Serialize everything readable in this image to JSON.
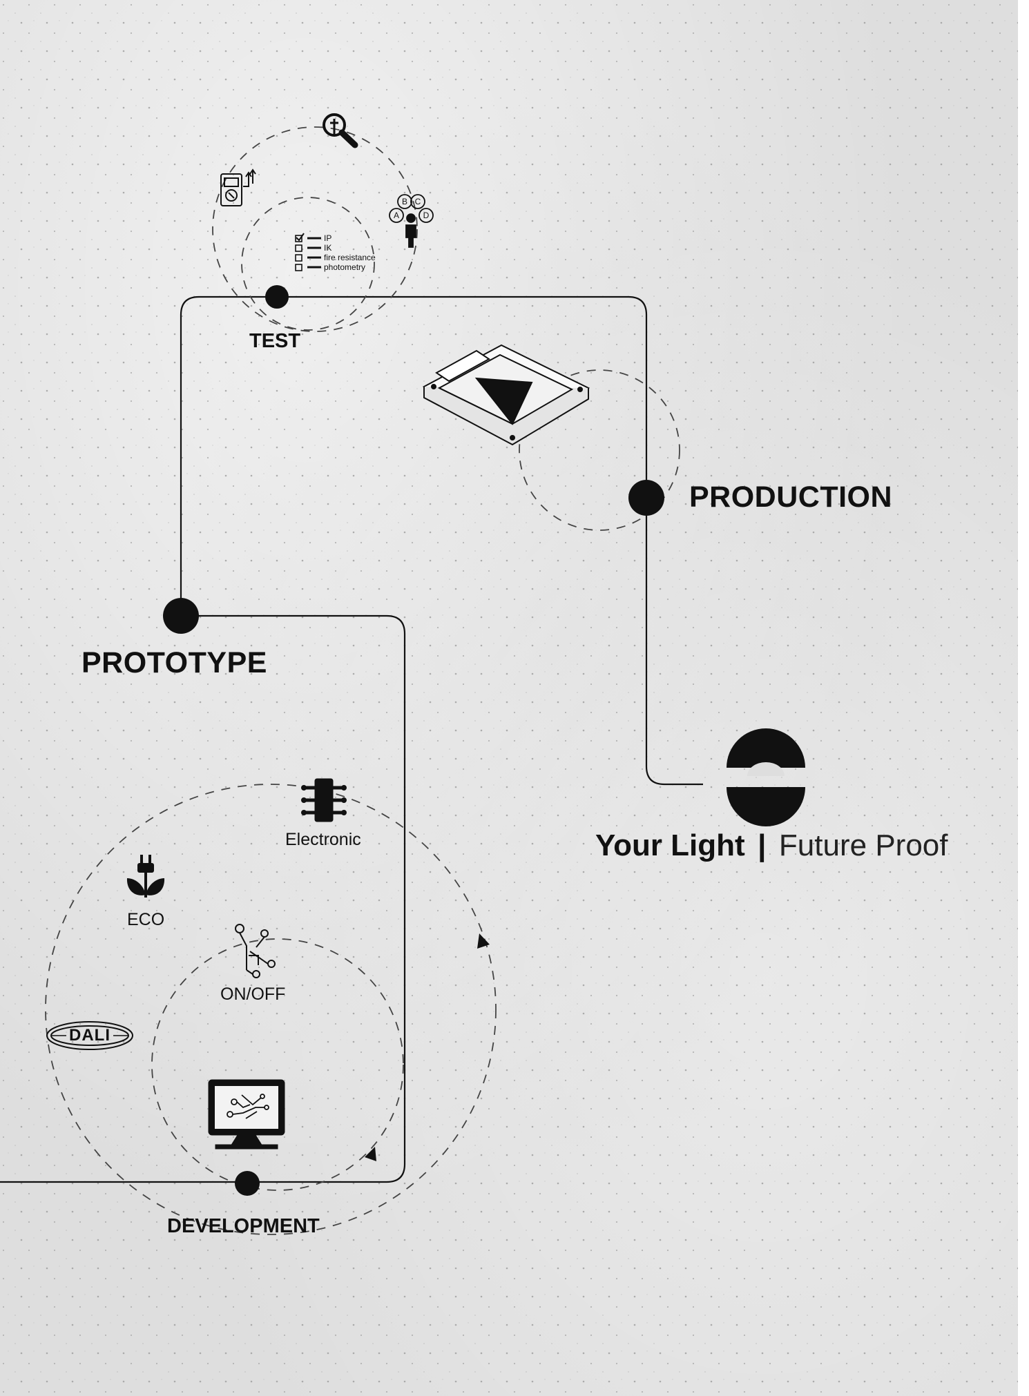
{
  "stages": {
    "test": "TEST",
    "production": "PRODUCTION",
    "prototype": "PROTOTYPE",
    "development": "DEVELOPMENT"
  },
  "test_checklist": [
    "IP",
    "IK",
    "fire resistance",
    "photometry"
  ],
  "test_options": [
    "A",
    "B",
    "C",
    "D"
  ],
  "development_icons": {
    "electronic": "Electronic",
    "eco": "ECO",
    "onoff": "ON/OFF",
    "dali": "DALI"
  },
  "tagline": {
    "primary": "Your Light",
    "separator": "|",
    "secondary": "Future Proof"
  },
  "icons": [
    "wrench-magnifier-icon",
    "multimeter-icon",
    "person-options-icon",
    "checklist-icon",
    "luminaire-icon",
    "chip-icon",
    "eco-plug-icon",
    "onoff-switch-icon",
    "dali-badge-icon",
    "monitor-circuit-icon",
    "brand-logo-icon"
  ],
  "colors": {
    "line": "#111111",
    "background": "#dedede"
  }
}
